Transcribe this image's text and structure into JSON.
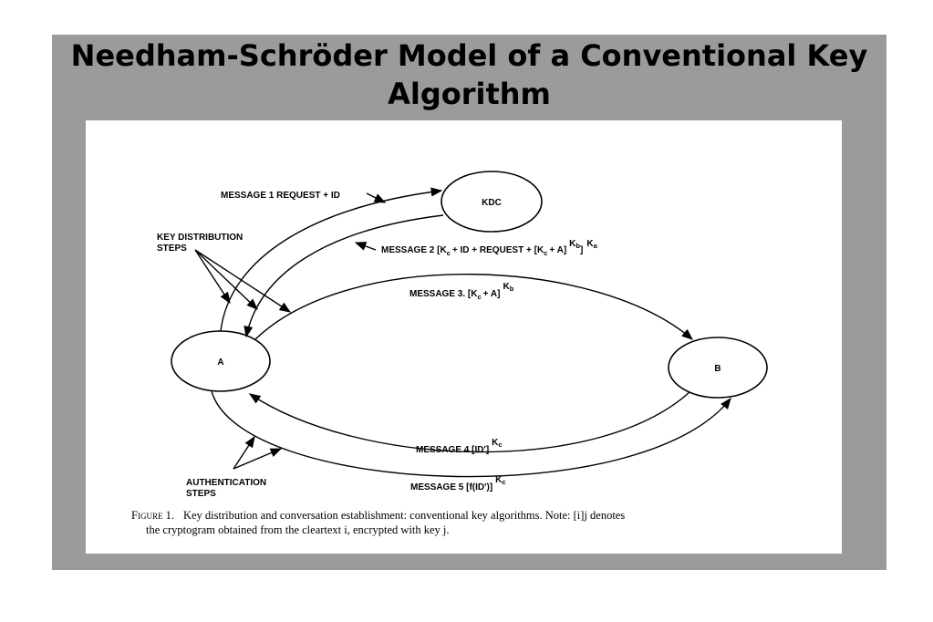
{
  "slide": {
    "title": "Needham-Schröder Model of a Conventional Key Algorithm"
  },
  "diagram": {
    "nodes": {
      "kdc": "KDC",
      "a": "A",
      "b": "B"
    },
    "group_labels": {
      "key_distribution_line1": "KEY DISTRIBUTION",
      "key_distribution_line2": "STEPS",
      "authentication_line1": "AUTHENTICATION",
      "authentication_line2": "STEPS"
    },
    "messages": {
      "m1": "MESSAGE 1  REQUEST + ID",
      "m2_a": "MESSAGE 2  [K",
      "m2_b": "+ ID + REQUEST + [K",
      "m2_c": "+ A]",
      "m2_d": "]",
      "m3_a": "MESSAGE 3.  [K",
      "m3_b": "+ A]",
      "m4_a": "MESSAGE 4   [ID']",
      "m5_a": "MESSAGE 5   [f(ID')]"
    },
    "key_symbols": {
      "k": "K",
      "sub_c": "c",
      "sub_b": "b",
      "sub_a": "a"
    },
    "caption": {
      "figure_label": "Figure 1.",
      "line1": "Key distribution and conversation establishment: conventional key algorithms. Note: [i]j denotes",
      "line2": "the cryptogram obtained from the cleartext i, encrypted with key j."
    }
  }
}
